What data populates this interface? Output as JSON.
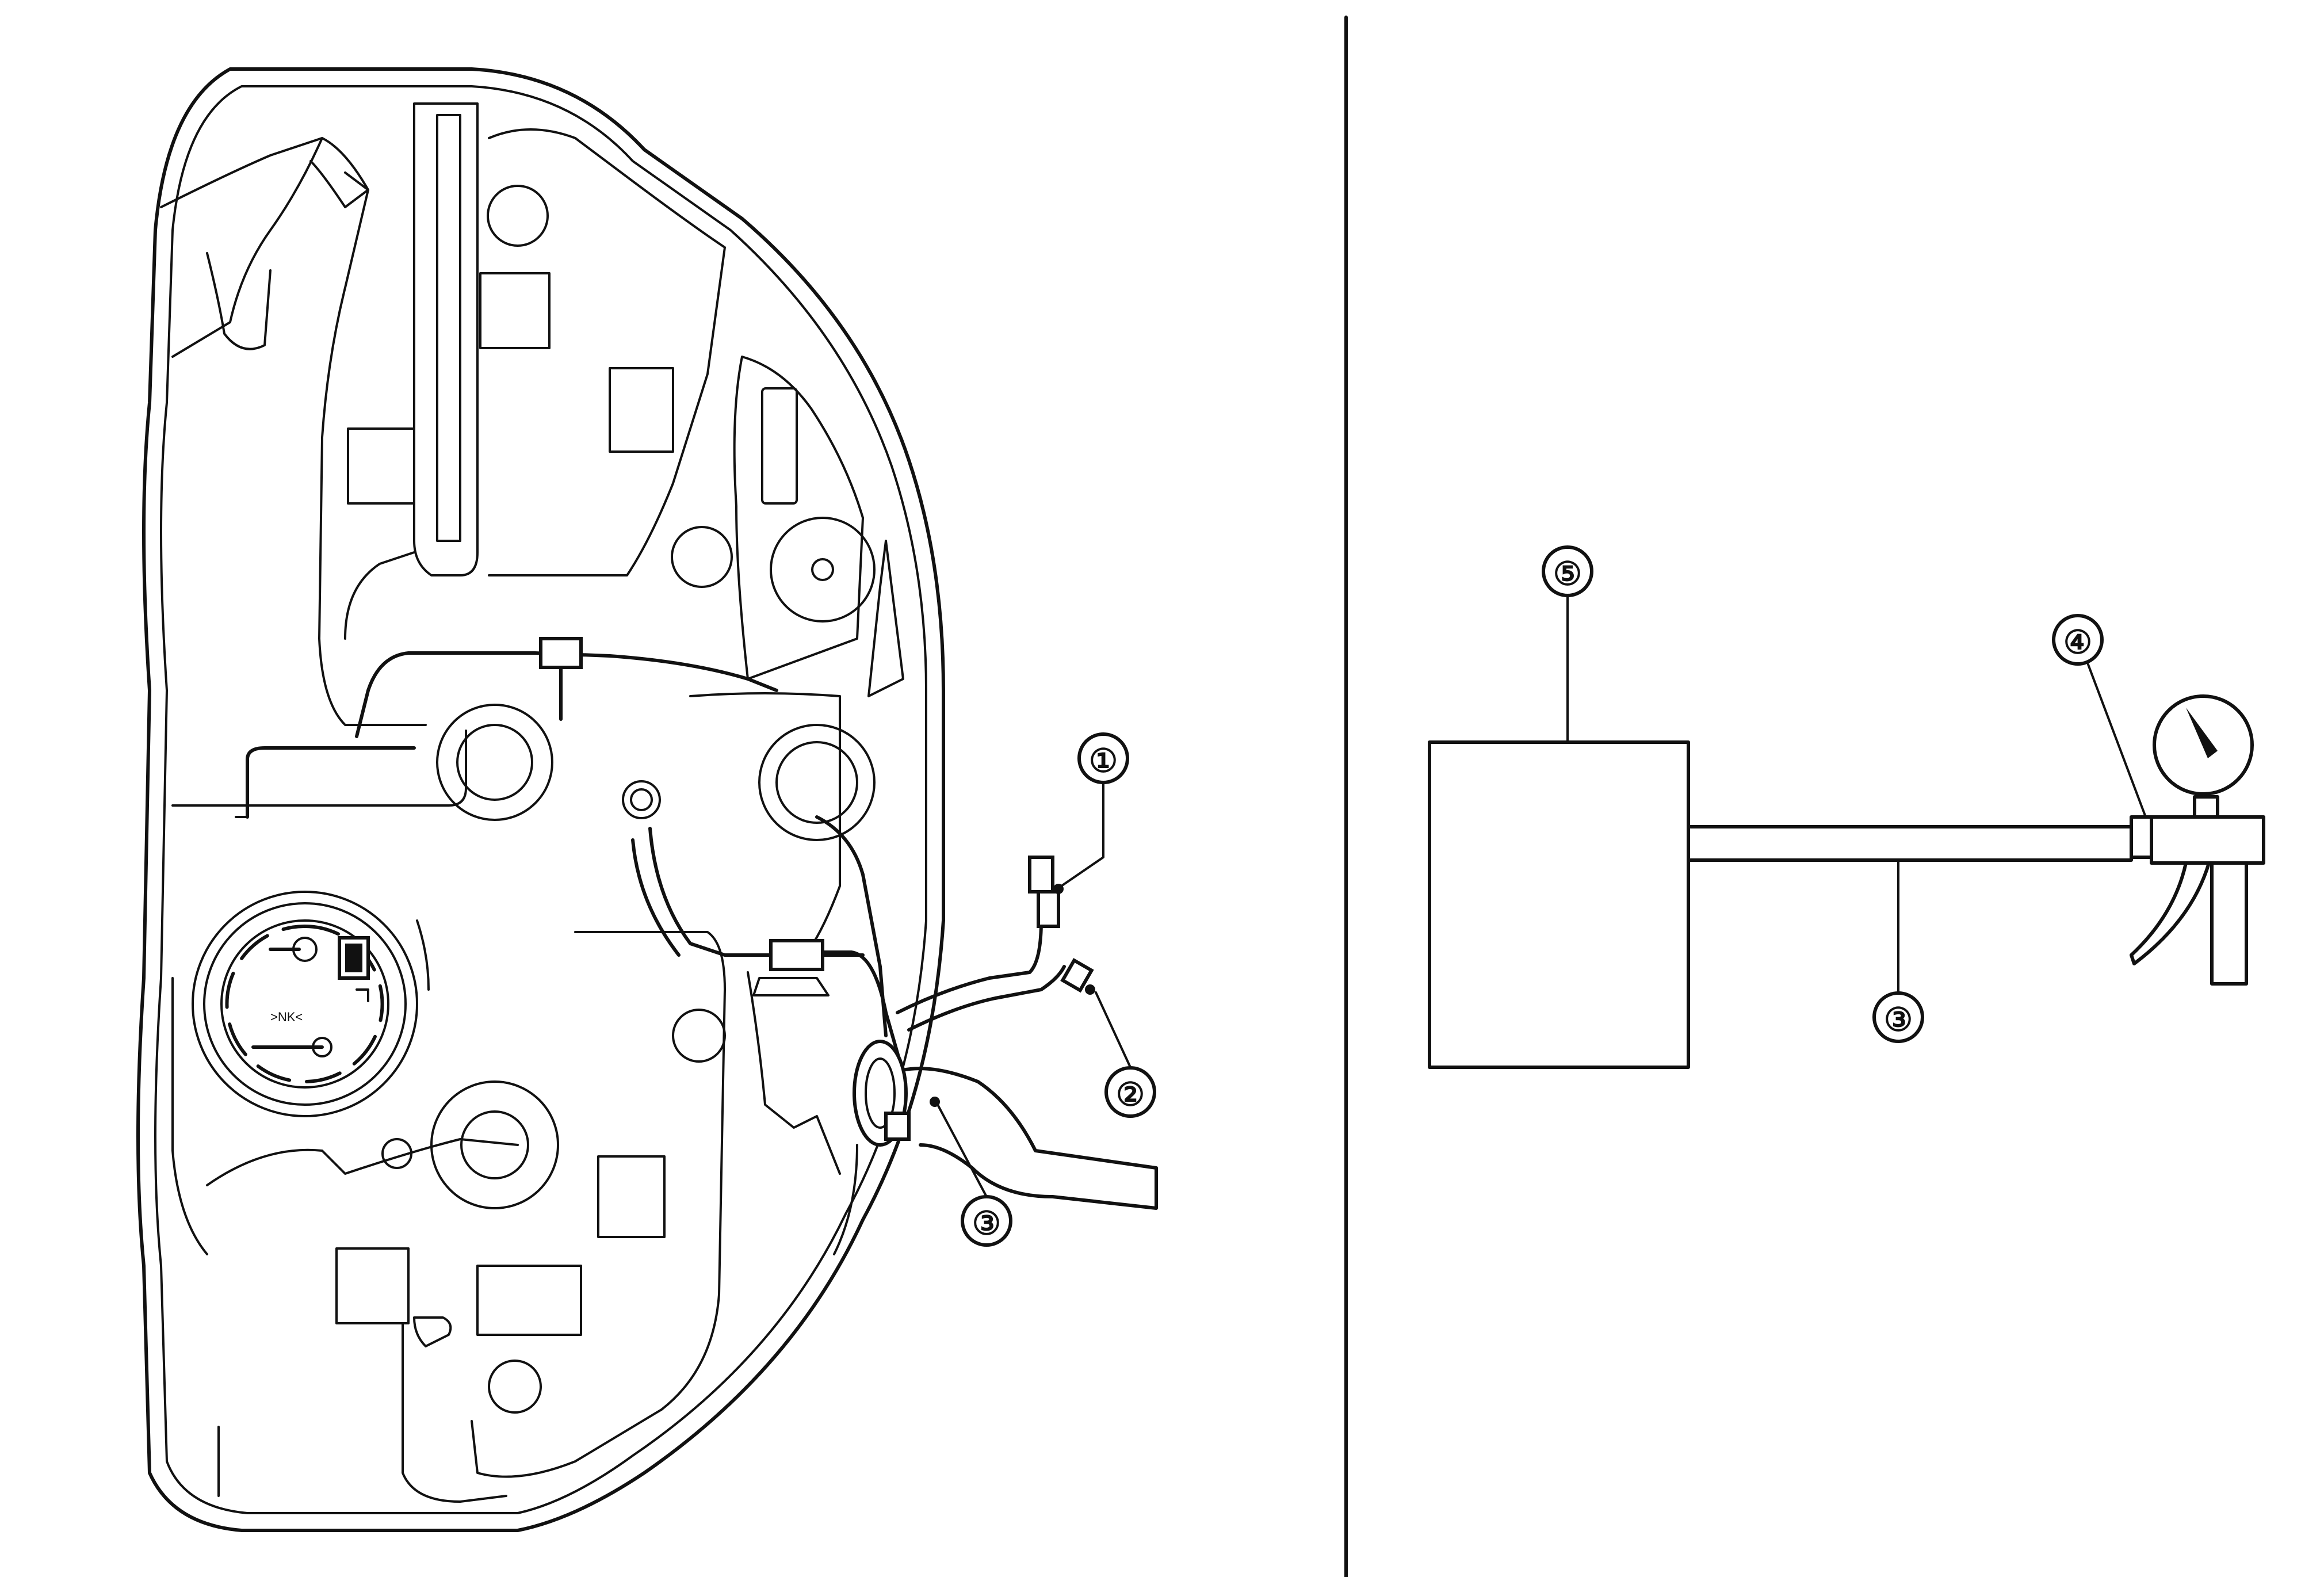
{
  "callouts": [
    {
      "id": "1",
      "label": "①"
    },
    {
      "id": "2",
      "label": "②"
    },
    {
      "id": "3a",
      "label": "③"
    },
    {
      "id": "3b",
      "label": "③"
    },
    {
      "id": "4",
      "label": "④"
    },
    {
      "id": "5",
      "label": "⑤"
    }
  ],
  "colors": {
    "line": "#111111",
    "background": "#ffffff"
  }
}
